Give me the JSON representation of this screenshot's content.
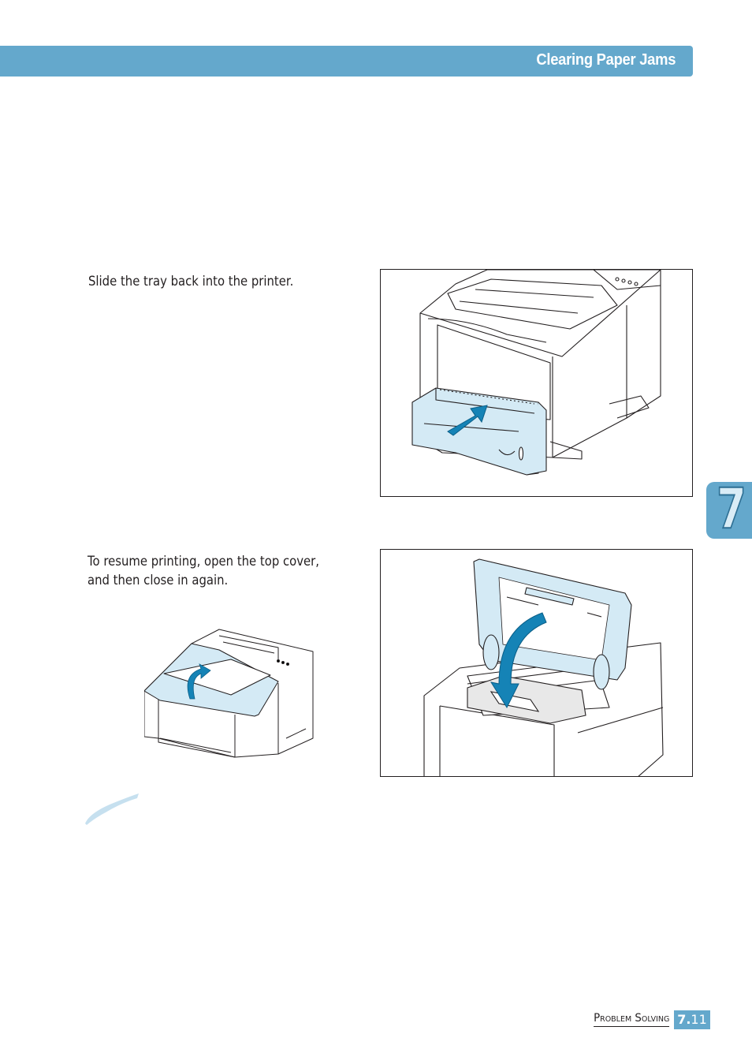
{
  "header": {
    "title": "Clearing Paper Jams"
  },
  "steps": [
    {
      "text": "Slide the tray back into the printer."
    },
    {
      "line1": "To resume printing, open the top cover,",
      "line2": "and then close in again."
    }
  ],
  "chapter_tab": {
    "number": "7"
  },
  "footer": {
    "section": "Problem Solving",
    "chapter": "7.",
    "page": "11"
  },
  "colors": {
    "accent": "#64a8cc",
    "illustration_fill": "#d4eaf5",
    "arrow": "#1583b6"
  }
}
